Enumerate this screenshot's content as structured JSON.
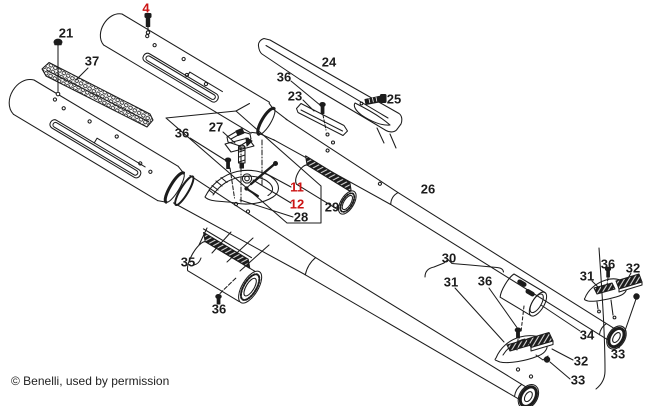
{
  "diagram": {
    "copyright": "© Benelli, used by permission",
    "colors": {
      "line": "#1c1c1c",
      "highlight_red": "#cc1414",
      "background": "#ffffff"
    },
    "labels": [
      {
        "part": "4",
        "color": "red"
      },
      {
        "part": "21",
        "color": "black"
      },
      {
        "part": "37",
        "color": "black"
      },
      {
        "part": "24",
        "color": "black"
      },
      {
        "part": "36",
        "color": "black"
      },
      {
        "part": "23",
        "color": "black"
      },
      {
        "part": "25",
        "color": "black"
      },
      {
        "part": "27",
        "color": "black"
      },
      {
        "part": "36",
        "color": "black"
      },
      {
        "part": "26",
        "color": "black"
      },
      {
        "part": "11",
        "color": "red"
      },
      {
        "part": "12",
        "color": "red"
      },
      {
        "part": "28",
        "color": "black"
      },
      {
        "part": "29",
        "color": "black"
      },
      {
        "part": "35",
        "color": "black"
      },
      {
        "part": "36",
        "color": "black"
      },
      {
        "part": "30",
        "color": "black"
      },
      {
        "part": "31",
        "color": "black"
      },
      {
        "part": "36",
        "color": "black"
      },
      {
        "part": "34",
        "color": "black"
      },
      {
        "part": "32",
        "color": "black"
      },
      {
        "part": "33",
        "color": "black"
      },
      {
        "part": "31",
        "color": "black"
      },
      {
        "part": "36",
        "color": "black"
      },
      {
        "part": "32",
        "color": "black"
      },
      {
        "part": "33",
        "color": "black"
      }
    ]
  }
}
